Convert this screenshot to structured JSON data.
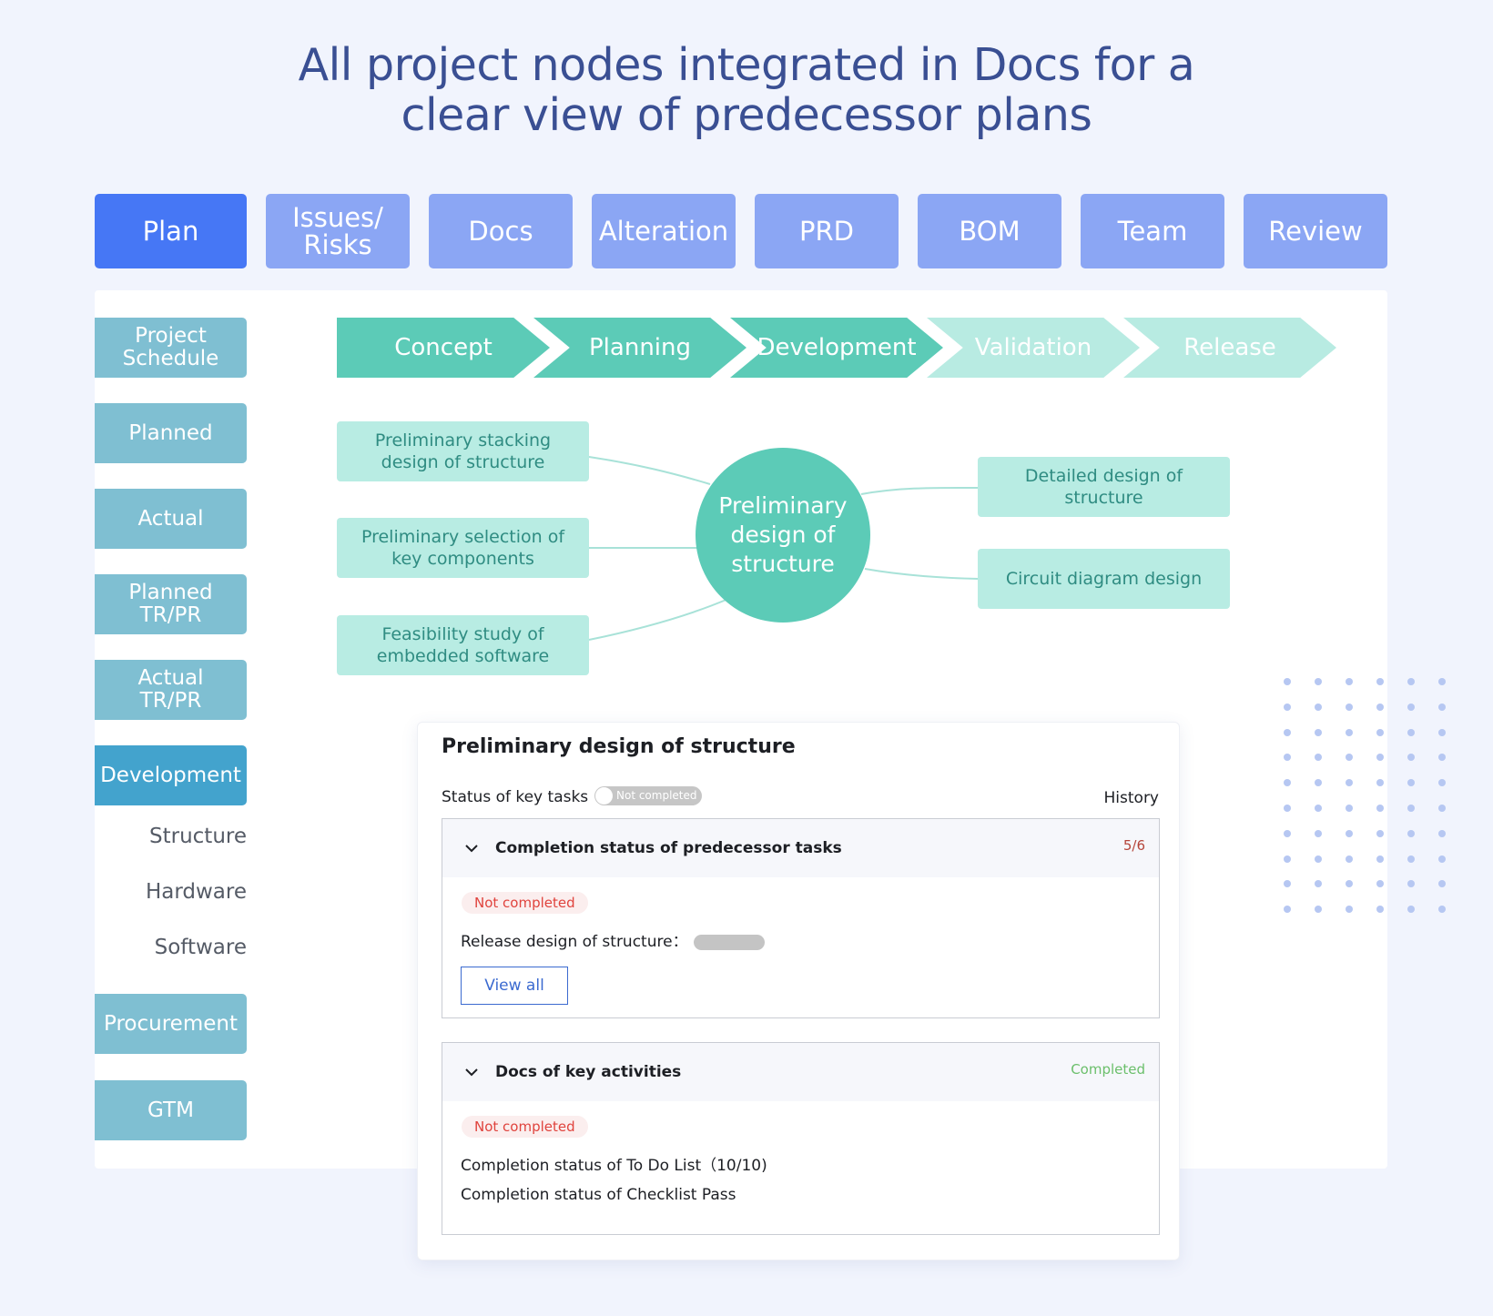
{
  "headline": {
    "line1": "All project nodes integrated in Docs for a",
    "line2": "clear view of predecessor plans"
  },
  "tabs": [
    {
      "label": "Plan",
      "active": true
    },
    {
      "label_line1": "Issues/",
      "label_line2": "Risks"
    },
    {
      "label": "Docs"
    },
    {
      "label": "Alteration"
    },
    {
      "label": "PRD"
    },
    {
      "label": "BOM"
    },
    {
      "label": "Team"
    },
    {
      "label": "Review"
    }
  ],
  "sidebar": {
    "project_schedule": {
      "line1": "Project",
      "line2": "Schedule"
    },
    "planned": "Planned",
    "actual": "Actual",
    "planned_tr": {
      "line1": "Planned",
      "line2": "TR/PR"
    },
    "actual_tr": {
      "line1": "Actual",
      "line2": "TR/PR"
    },
    "development": "Development",
    "sub_items": [
      "Structure",
      "Hardware",
      "Software"
    ],
    "procurement": "Procurement",
    "gtm": "GTM"
  },
  "phases": [
    {
      "label": "Concept",
      "state": "done"
    },
    {
      "label": "Planning",
      "state": "done"
    },
    {
      "label": "Development",
      "state": "done"
    },
    {
      "label": "Validation",
      "state": "todo"
    },
    {
      "label": "Release",
      "state": "todo"
    }
  ],
  "mindmap": {
    "center": "Preliminary design of structure",
    "left": [
      "Preliminary stacking design of structure",
      "Preliminary selection of key components",
      "Feasibility study of embedded software"
    ],
    "right": [
      "Detailed design of structure",
      "Circuit diagram design"
    ]
  },
  "panel": {
    "title": "Preliminary design of structure",
    "status_label": "Status of key tasks",
    "toggle_label": "Not completed",
    "history": "History",
    "section1": {
      "title": "Completion status of predecessor tasks",
      "count": "5/6",
      "badge": "Not completed",
      "line": "Release design of structure：",
      "button": "View all"
    },
    "section2": {
      "title": "Docs of key activities",
      "status": "Completed",
      "badge": "Not completed",
      "line1": "Completion status of To Do List（10/10)",
      "line2": "Completion status of Checklist Pass"
    }
  },
  "colors": {
    "tab_active": "#4677f5",
    "tab": "#8ba6f4",
    "phase_done": "#5ccbb7",
    "phase_todo": "#b8ebe2",
    "sidebar": "#7fbfd2",
    "sidebar_active": "#43a3cd",
    "danger": "#e0433d",
    "success": "#6bbf6b",
    "count": "#b5453a"
  }
}
